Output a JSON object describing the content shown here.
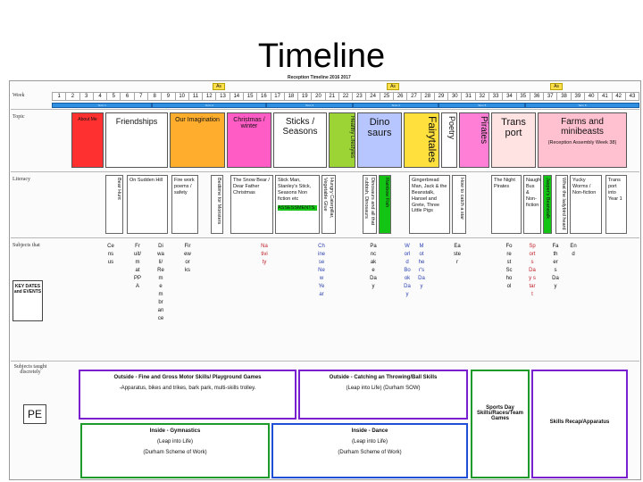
{
  "slide": {
    "title": "Timeline"
  },
  "sheet": {
    "heading": "Reception Timeline 2016 2017",
    "as_tags": [
      "As",
      "As",
      "As"
    ],
    "row_labels": {
      "week": "Week",
      "topic": "Topic",
      "literacy": "Literacy",
      "subjects_that": "Subjects that",
      "subjects_taught_discretely": "Subjects taught discretely"
    },
    "weeks": [
      "1",
      "2",
      "3",
      "4",
      "5",
      "6",
      "7",
      "8",
      "9",
      "10",
      "11",
      "12",
      "13",
      "14",
      "15",
      "16",
      "17",
      "18",
      "19",
      "20",
      "21",
      "22",
      "23",
      "24",
      "25",
      "26",
      "27",
      "28",
      "29",
      "30",
      "31",
      "32",
      "33",
      "34",
      "35",
      "36",
      "37",
      "38",
      "39",
      "40",
      "41",
      "42",
      "43"
    ],
    "terms": [
      "Term 1",
      "Term 2",
      "Term 3",
      "Term 4",
      "Term 5",
      "Term 6"
    ],
    "topics": [
      {
        "label": "About Me",
        "color": "#ff3030"
      },
      {
        "label": "Friendships",
        "color": "#ffffff"
      },
      {
        "label": "Our Imagination",
        "color": "#ffad2c"
      },
      {
        "label": "Christmas / winter",
        "color": "#ff5cc6"
      },
      {
        "label": "Sticks / Seasons",
        "color": "#ffffff"
      },
      {
        "label": "Healthy Lifestyles",
        "color": "#9bd434"
      },
      {
        "label": "Dino saurs",
        "color": "#b7c6ff"
      },
      {
        "label": "Fairytales",
        "color": "#ffe03c"
      },
      {
        "label": "Poetry",
        "color": "#ffffff"
      },
      {
        "label": "Pirates",
        "color": "#ff7fd6"
      },
      {
        "label": "Trans port",
        "color": "#ffe2e2"
      },
      {
        "label": "Farms and minibeasts",
        "color": "#ffc0d0",
        "note": "(Reception Assembly Week 38)"
      }
    ],
    "literacy": [
      {
        "label": "Bear Hunt",
        "vert": true
      },
      {
        "label": "On Sudden Hill",
        "vert": false
      },
      {
        "label": "Fire work poems / safety",
        "vert": false
      },
      {
        "label": "Bedtime for Monsters",
        "vert": true
      },
      {
        "label": "The Snow Bear / Dear Father Christmas",
        "vert": false
      },
      {
        "label": "Stick Man, Stanley's Stick, Seasons Non fiction etc",
        "vert": false,
        "note": "ASSESSMENTS"
      },
      {
        "label": "Hungry Caterpillar, Vegetable Glue",
        "vert": true
      },
      {
        "label": "Dinosaurs and all that rubbish, Dinosaurs",
        "vert": true
      },
      {
        "label": "Rainbow Fish",
        "vert": true,
        "green": true
      },
      {
        "label": "Gingerbread Man, Jack & the Beanstalk, Hansel and Grete, Three Little Pigs",
        "vert": false
      },
      {
        "label": "How to catch a star",
        "vert": true
      },
      {
        "label": "The Night Pirates",
        "vert": false
      },
      {
        "label": "Naughty Bus & Non-fiction",
        "vert": false
      },
      {
        "label": "Jasper's Beanstalk",
        "vert": true,
        "green": true
      },
      {
        "label": "What the ladybird heard",
        "vert": true
      },
      {
        "label": "Yucky Worms / Non-fiction",
        "vert": false
      },
      {
        "label": "Trans port into Year 1",
        "vert": false
      }
    ],
    "key_dates": "KEY DATES and EVENTS",
    "vertical_events": [
      {
        "text": "Census",
        "color": "black"
      },
      {
        "text": "Fruit/mat PPA",
        "color": "black"
      },
      {
        "text": "Diwali/Remembrance",
        "color": "black"
      },
      {
        "text": "Fireworks",
        "color": "black"
      },
      {
        "text": "Nativity",
        "color": "red"
      },
      {
        "text": "Chinese New Year",
        "color": "blue"
      },
      {
        "text": "Pancake Day",
        "color": "black"
      },
      {
        "text": "World Book Day",
        "color": "blue"
      },
      {
        "text": "Mother's Day",
        "color": "blue"
      },
      {
        "text": "Easter",
        "color": "black"
      },
      {
        "text": "Forest School",
        "color": "black"
      },
      {
        "text": "Sports Day start",
        "color": "red"
      },
      {
        "text": "Fathers Day",
        "color": "black"
      },
      {
        "text": "End",
        "color": "black"
      }
    ],
    "pe": {
      "label": "PE",
      "outside_1_title": "Outside - Fine and Gross Motor Skills/ Playground Games",
      "outside_1_text": "-Apparatus, bikes and trikes, bark park, multi-skills trolley.",
      "outside_2_title": "Outside - Catching an Throwing/Ball Skills",
      "outside_2_text": "(Leap into Life) (Durham SOW)",
      "sports_day": "Sports Day Skills/Races/Team Games",
      "skills_recap": "Skills Recap/Apparatus",
      "inside_1_title": "Inside - Gymnastics",
      "inside_1_line1": "(Leap into Life)",
      "inside_1_line2": "(Durham Scheme of Work)",
      "inside_2_title": "Inside - Dance",
      "inside_2_line1": "(Leap into Life)",
      "inside_2_line2": "(Durham Scheme of Work)"
    }
  }
}
